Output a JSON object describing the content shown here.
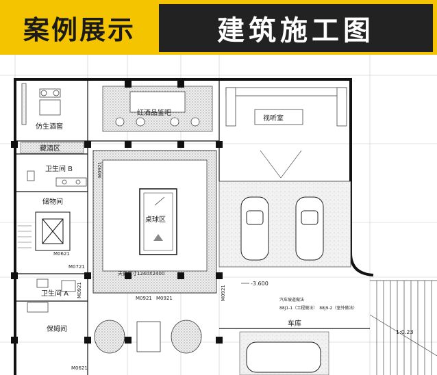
{
  "header": {
    "left_title": "案例展示",
    "right_title": "建筑施工图"
  },
  "rooms": {
    "imitation_cellar": "仿生酒窖",
    "red_wine_tasting": "红酒品鉴吧",
    "audio_visual_room": "视听室",
    "wine_storage_area": "藏酒区",
    "bathroom_b": "卫生间 B",
    "storage_room": "储物间",
    "billiards_area": "桌球区",
    "bathroom_a": "卫生间 A",
    "nanny_room": "保姆间",
    "garage": "车库"
  },
  "annotations": {
    "elevation": "-3.600",
    "car_slope_title": "汽车坡道做法",
    "car_slope_ref": "88J1-1（工程做法）　88J9-2（室外做法）",
    "slope_ratio": "1:0.23",
    "skylight": "天窗尺寸1240X2400",
    "door_m0621": "M0621",
    "door_m0921a": "M0921",
    "door_m0921b": "M0921",
    "door_m0721": "M0721",
    "door_m0921_side": "M0921",
    "door_m0621_bottom": "M0621",
    "door_m0921_v": "M0921",
    "door_m0921_v2": "M0921"
  }
}
